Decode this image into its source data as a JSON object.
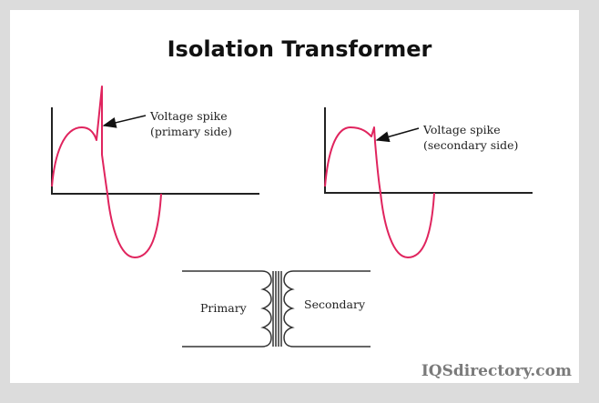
{
  "title": "Isolation Transformer",
  "primary_graph": {
    "label_line1": "Voltage spike",
    "label_line2": "(primary side)"
  },
  "secondary_graph": {
    "label_line1": "Voltage spike",
    "label_line2": "(secondary side)"
  },
  "transformer": {
    "primary_label": "Primary",
    "secondary_label": "Secondary"
  },
  "watermark": "IQSdirectory.com",
  "colors": {
    "waveform": "#e0245e",
    "background": "#dcdcdc"
  }
}
